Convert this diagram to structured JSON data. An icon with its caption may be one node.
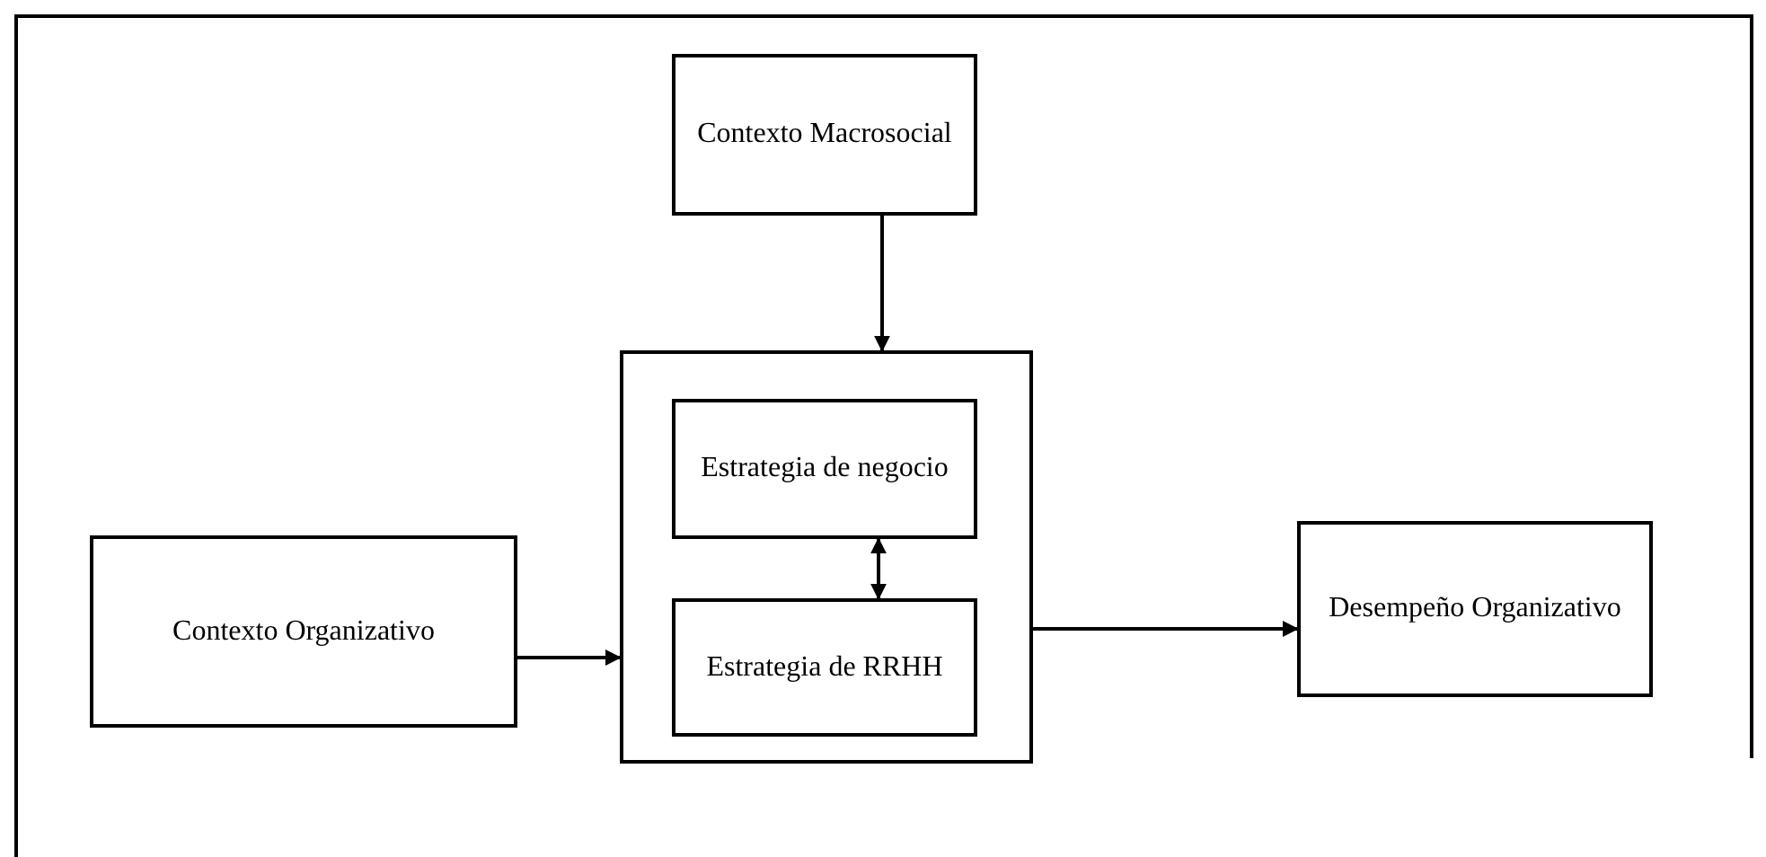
{
  "diagram": {
    "nodes": [
      {
        "text": [
          "Contexto Macrosocial"
        ]
      },
      {
        "text": [],
        "shape": "box"
      },
      {
        "text": [
          "Estrategia de negocio"
        ],
        "in": 1
      },
      {
        "text": [
          "Estrategia de RRHH"
        ],
        "in": 1
      },
      {
        "text": [
          "Contexto Organizativo"
        ]
      },
      {
        "text": [
          "Desempeño Organizativo"
        ]
      }
    ],
    "edges": [
      {
        "from": 0,
        "to": 1,
        "arrow": "to"
      },
      {
        "from": 4,
        "to": 1,
        "arrow": "to"
      },
      {
        "from": 1,
        "to": 5,
        "arrow": "to"
      },
      {
        "from": 2,
        "to": 3,
        "arrow": "both"
      }
    ]
  }
}
